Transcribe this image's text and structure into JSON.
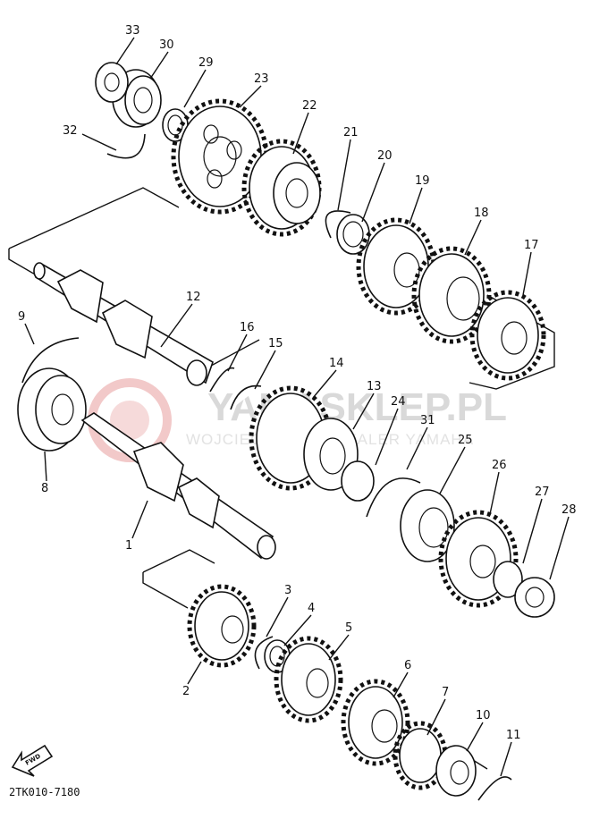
{
  "diagram_code": "2TK010-7180",
  "fwd_icon": "fwd-arrow-icon",
  "fwd_label": "FWD",
  "watermark": {
    "brand": "YAMASKLEP.PL",
    "subtitle": "WOJCIECHOWSKI DEALER YAMAHA",
    "logo": "yamaha-tuning-fork-logo"
  },
  "callouts": [
    "1",
    "2",
    "3",
    "4",
    "5",
    "6",
    "7",
    "8",
    "9",
    "10",
    "11",
    "12",
    "13",
    "14",
    "15",
    "16",
    "17",
    "18",
    "19",
    "20",
    "21",
    "22",
    "23",
    "24",
    "25",
    "26",
    "27",
    "28",
    "29",
    "30",
    "31",
    "32",
    "33"
  ]
}
